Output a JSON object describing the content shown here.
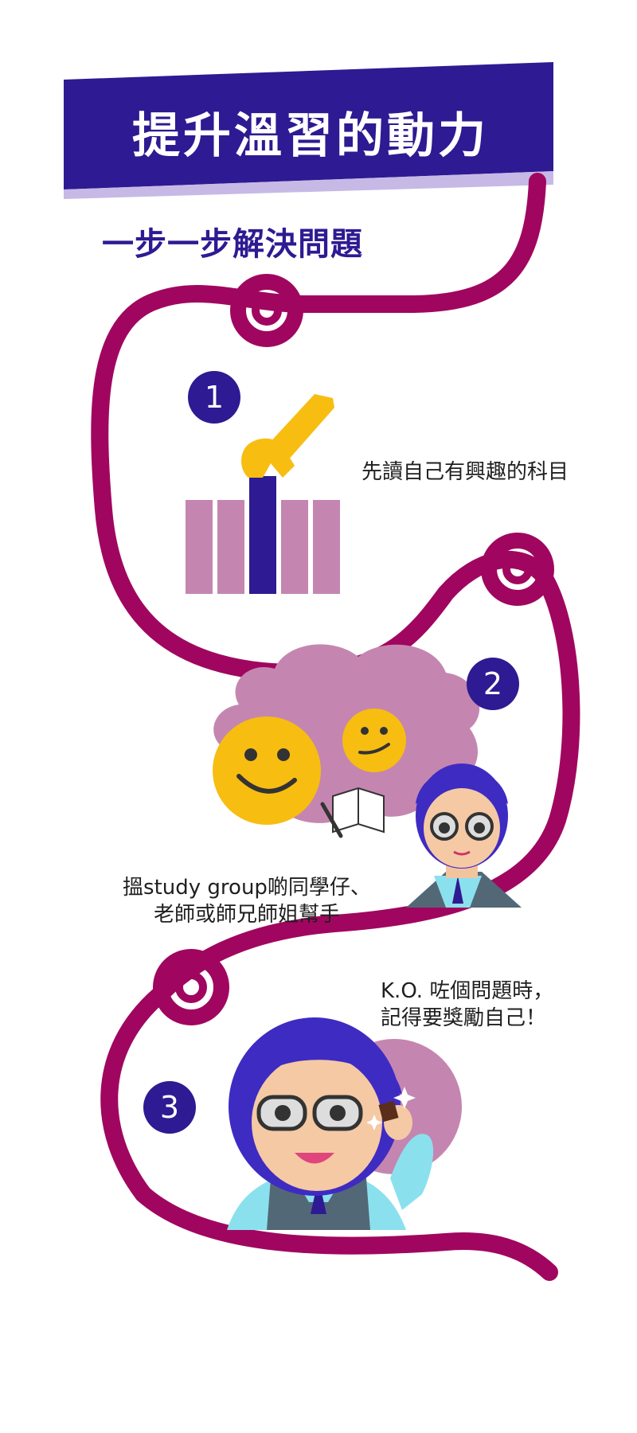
{
  "header": {
    "title": "提升溫習的動力",
    "subtitle": "一步一步解決問題"
  },
  "steps": [
    {
      "number": "1",
      "text_lines": [
        "先讀自己有興趣的科目"
      ],
      "illustration": "books-pick-icon"
    },
    {
      "number": "2",
      "text_lines": [
        "搵study group啲同學仔、",
        "老師或師兄師姐幫手"
      ],
      "illustration": "happy-faces-reading-icon"
    },
    {
      "number": "3",
      "text_lines": [
        "K.O. 咗個問題時，",
        "記得要獎勵自己！"
      ],
      "illustration": "student-with-chocolate-icon"
    }
  ],
  "colors": {
    "banner": "#2e1a92",
    "path": "#a0065f",
    "badge": "#2e1a92",
    "accent_yellow": "#f7bd11",
    "lilac": "#c486b0",
    "shirt": "#8be0ee",
    "vest": "#536877"
  }
}
